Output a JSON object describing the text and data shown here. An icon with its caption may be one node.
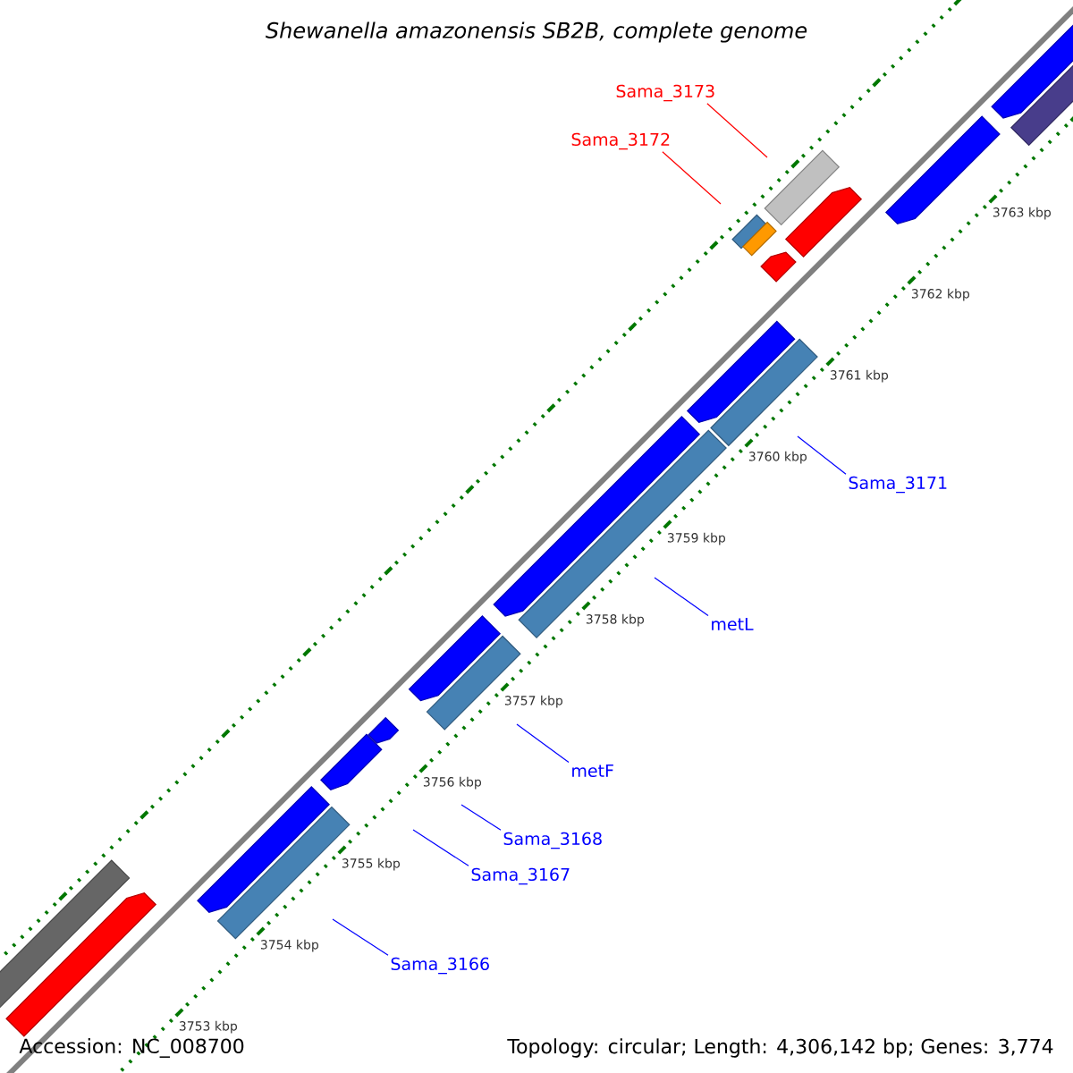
{
  "diagram": {
    "title": "Shewanella amazonensis SB2B, complete genome",
    "nodes": [
      {
        "text": [
          "Sama_3173"
        ]
      },
      {
        "text": [
          "Sama_3172"
        ]
      },
      {
        "text": [
          "Sama_3171"
        ]
      },
      {
        "text": [
          "metL"
        ]
      },
      {
        "text": [
          "metF"
        ]
      },
      {
        "text": [
          "Sama_3168"
        ]
      },
      {
        "text": [
          "Sama_3167"
        ]
      },
      {
        "text": [
          "Sama_3166"
        ]
      }
    ],
    "edges": [
      {
        "from": 0,
        "to": null,
        "arrow": "none",
        "color": "#ff0000"
      },
      {
        "from": 1,
        "to": null,
        "arrow": "none",
        "color": "#ff0000"
      },
      {
        "from": 2,
        "to": null,
        "arrow": "none"
      },
      {
        "from": 3,
        "to": null,
        "arrow": "none"
      },
      {
        "from": 4,
        "to": null,
        "arrow": "none"
      },
      {
        "from": 5,
        "to": null,
        "arrow": "none"
      },
      {
        "from": 6,
        "to": null,
        "arrow": "none"
      },
      {
        "from": 7,
        "to": null,
        "arrow": "none"
      }
    ],
    "labels": [
      "3763 kbp",
      "3762 kbp",
      "3761 kbp",
      "3760 kbp",
      "3759 kbp",
      "3758 kbp",
      "3757 kbp",
      "3756 kbp",
      "3755 kbp",
      "3754 kbp",
      "3753 kbp",
      "Accession: NC_008700",
      "Topology: circular; Length: 4,306,142 bp; Genes: 3,774"
    ]
  }
}
